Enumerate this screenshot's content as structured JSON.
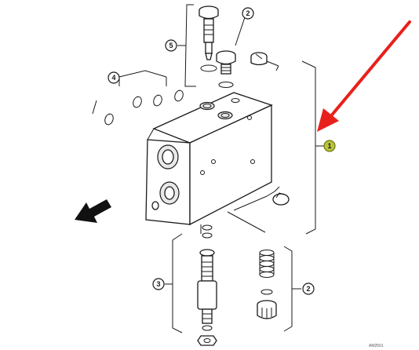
{
  "callouts": {
    "c1": "1",
    "c2_top": "2",
    "c2_bottom": "2",
    "c3": "3",
    "c4": "4",
    "c5": "5"
  },
  "reference_code": "AM2501",
  "colors": {
    "arrow_red": "#e8201c",
    "highlight": "#b9c33b",
    "line": "#1a1a1a"
  }
}
